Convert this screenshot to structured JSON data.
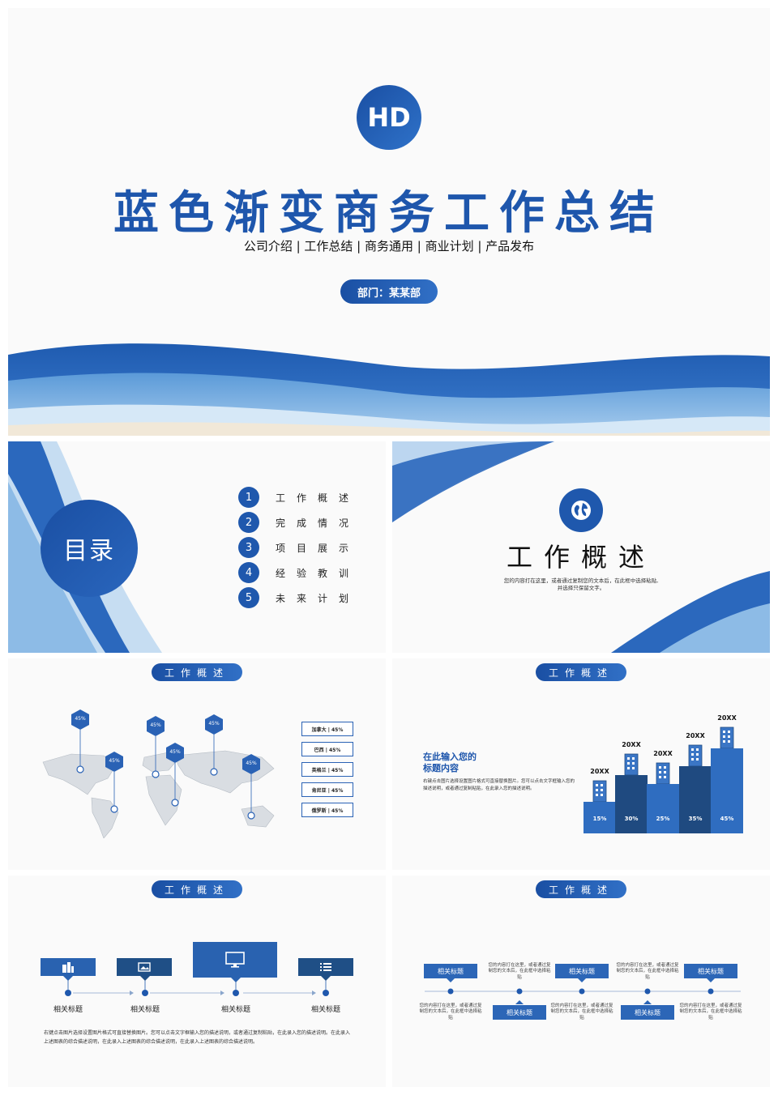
{
  "hero": {
    "logo": "HD",
    "title": "蓝色渐变商务工作总结",
    "subtitle": "公司介绍 | 工作总结 | 商务通用 | 商业计划 | 产品发布",
    "department": "部门：某某部"
  },
  "toc": {
    "heading": "目录",
    "items": [
      {
        "num": "1",
        "label": "工作概述"
      },
      {
        "num": "2",
        "label": "完成情况"
      },
      {
        "num": "3",
        "label": "项目展示"
      },
      {
        "num": "4",
        "label": "经验教训"
      },
      {
        "num": "5",
        "label": "未来计划"
      }
    ]
  },
  "section": {
    "icon": "globe-icon",
    "title": "工作概述",
    "desc_line1": "您的内容打在这里，或者通过复制您的文本后，在此框中选择粘贴,",
    "desc_line2": "并选择只保留文字。"
  },
  "map_slide": {
    "pill": "工作概述",
    "pins": [
      "45%",
      "45%",
      "45%",
      "45%",
      "45%",
      "45%"
    ],
    "legend": [
      "加拿大 | 45%",
      "巴西 | 45%",
      "英格兰 | 45%",
      "肯尼亚 | 45%",
      "俄罗斯 | 45%"
    ]
  },
  "chart_slide": {
    "pill": "工作概述",
    "heading_line1": "在此输入您的",
    "heading_line2": "标题内容",
    "text": "右键点击图片选择设置图片格式可直接替换图片。您可以点击文字框输入您的描述说明，或者通过复制粘贴，在此录入您的描述说明。"
  },
  "chart_data": {
    "type": "bar",
    "categories": [
      "20XX",
      "20XX",
      "20XX",
      "20XX",
      "20XX"
    ],
    "values": [
      15,
      30,
      25,
      35,
      45
    ],
    "value_labels": [
      "15%",
      "30%",
      "25%",
      "35%",
      "45%"
    ],
    "colors": [
      "#2f6dc0",
      "#1f4a80",
      "#2f6dc0",
      "#1f4a80",
      "#2f6dc0"
    ]
  },
  "flow_slide": {
    "pill": "工作概述",
    "steps": [
      {
        "icon": "building-icon",
        "label": "相关标题"
      },
      {
        "icon": "image-icon",
        "label": "相关标题"
      },
      {
        "icon": "monitor-icon",
        "label": "相关标题"
      },
      {
        "icon": "list-icon",
        "label": "相关标题"
      }
    ],
    "text": "右键点击图片选择设置图片格式可直接替换图片。您可以点击文字框输入您的描述说明，或者通过复制粘贴，在此录入您的描述说明。在此录入上述图表的综合描述说明，在此录入上述图表的综合描述说明，在此录入上述图表的综合描述说明。"
  },
  "timeline_slide": {
    "pill": "工作概述",
    "box_label": "相关标题",
    "text": "您的内容打在这里，或者通过复制您的文本后，在此框中选择粘贴"
  },
  "colors": {
    "primary": "#1e56ac",
    "accent": "#3170c6",
    "dark": "#1f4a80"
  }
}
